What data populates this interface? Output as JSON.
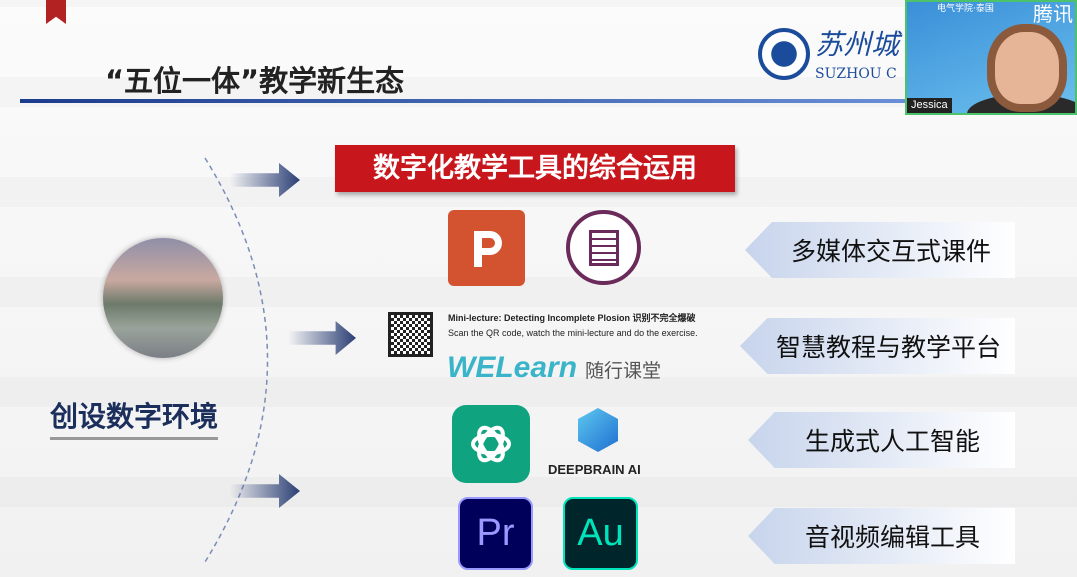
{
  "slide": {
    "title": "“五位一体”教学新生态",
    "logo": {
      "name_cn": "苏州城",
      "name_en": "SUZHOU C"
    },
    "banner": "数字化教学工具的综合运用",
    "center_label": "创设数字环境",
    "mini_lecture": {
      "line1": "Mini-lecture: Detecting Incomplete Plosion 识别不完全爆破",
      "line2": "Scan the QR code, watch the mini-lecture and do the exercise."
    },
    "welearn": {
      "brand": "WELearn",
      "sub": "随行课堂"
    },
    "deepbrain": "DEEPBRAIN AI",
    "premiere": "Pr",
    "audition": "Au",
    "categories": [
      "多媒体交互式课件",
      "智慧教程与教学平台",
      "生成式人工智能",
      "音视频编辑工具"
    ]
  },
  "video": {
    "participant": "Jessica",
    "app": "腾讯",
    "header": "电气学院·泰国"
  }
}
